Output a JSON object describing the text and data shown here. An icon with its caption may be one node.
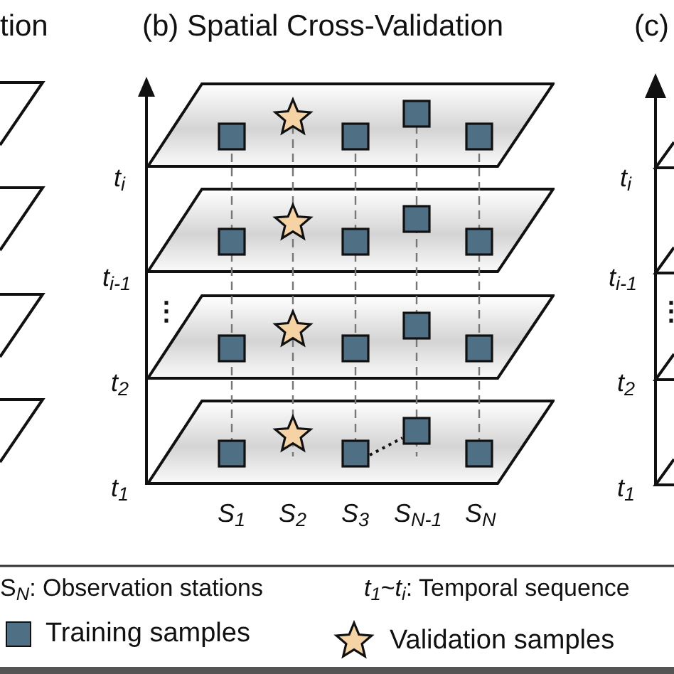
{
  "diagram": {
    "title": "(b) Spatial Cross-Validation",
    "nodes": [
      {
        "text": [],
        "shape": "parallelogram"
      },
      {
        "text": [],
        "shape": "parallelogram"
      },
      {
        "text": [],
        "shape": "parallelogram"
      },
      {
        "text": [],
        "shape": "parallelogram"
      }
    ],
    "edges": [],
    "labels": [
      "tion",
      "(c)",
      "t$_{i}$",
      "t$_{i-1}$",
      "⋮",
      "t$_{2}$",
      "t$_{1}$",
      "t$_{i}$",
      "t$_{i-1}$",
      "⋮",
      "t$_{2}$",
      "t$_{1}$",
      "S$_{1}$",
      "S$_{2}$",
      "S$_{3}$",
      "S$_{N-1}$",
      "S$_{N}$",
      "S$_{N}$: Observation stations",
      "*t*$_{1}$~*t*$_{i}$: Temporal sequence"
    ],
    "legend": [
      {
        "text": "Training samples",
        "color": "#4e6f84"
      },
      {
        "text": "Validation samples"
      }
    ]
  }
}
